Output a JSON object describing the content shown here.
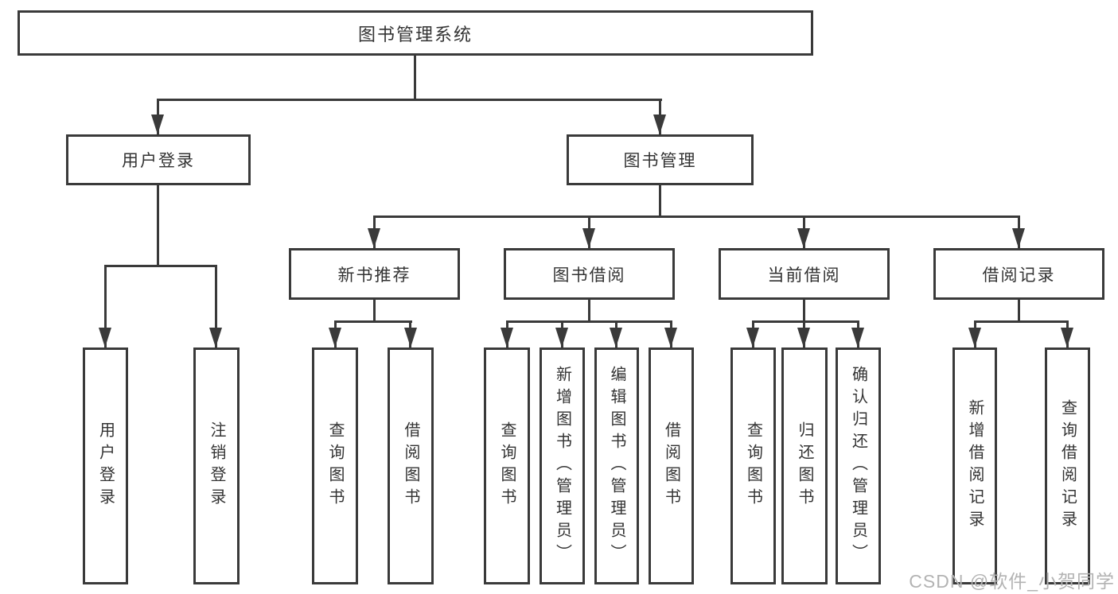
{
  "nodes": {
    "root": "图书管理系统",
    "user_login": "用户登录",
    "book_management": "图书管理",
    "new_book_recommend": "新书推荐",
    "book_borrow": "图书借阅",
    "current_borrow": "当前借阅",
    "borrow_records": "借阅记录",
    "leaves": {
      "login": [
        "用户登录",
        "注销登录"
      ],
      "new_books": [
        "查询图书",
        "借阅图书"
      ],
      "book_borrow": [
        "查询图书",
        "新增图书（管理员）",
        "编辑图书（管理员）",
        "借阅图书"
      ],
      "current_borrow": [
        "查询图书",
        "归还图书",
        "确认归还（管理员）"
      ],
      "borrow_records": [
        "新增借阅记录",
        "查询借阅记录"
      ]
    }
  },
  "watermark": "CSDN @软件_小贺同学",
  "colors": {
    "line": "#3a3a3a",
    "text": "#333333",
    "watermark": "#b3b3b3",
    "background": "#ffffff"
  }
}
